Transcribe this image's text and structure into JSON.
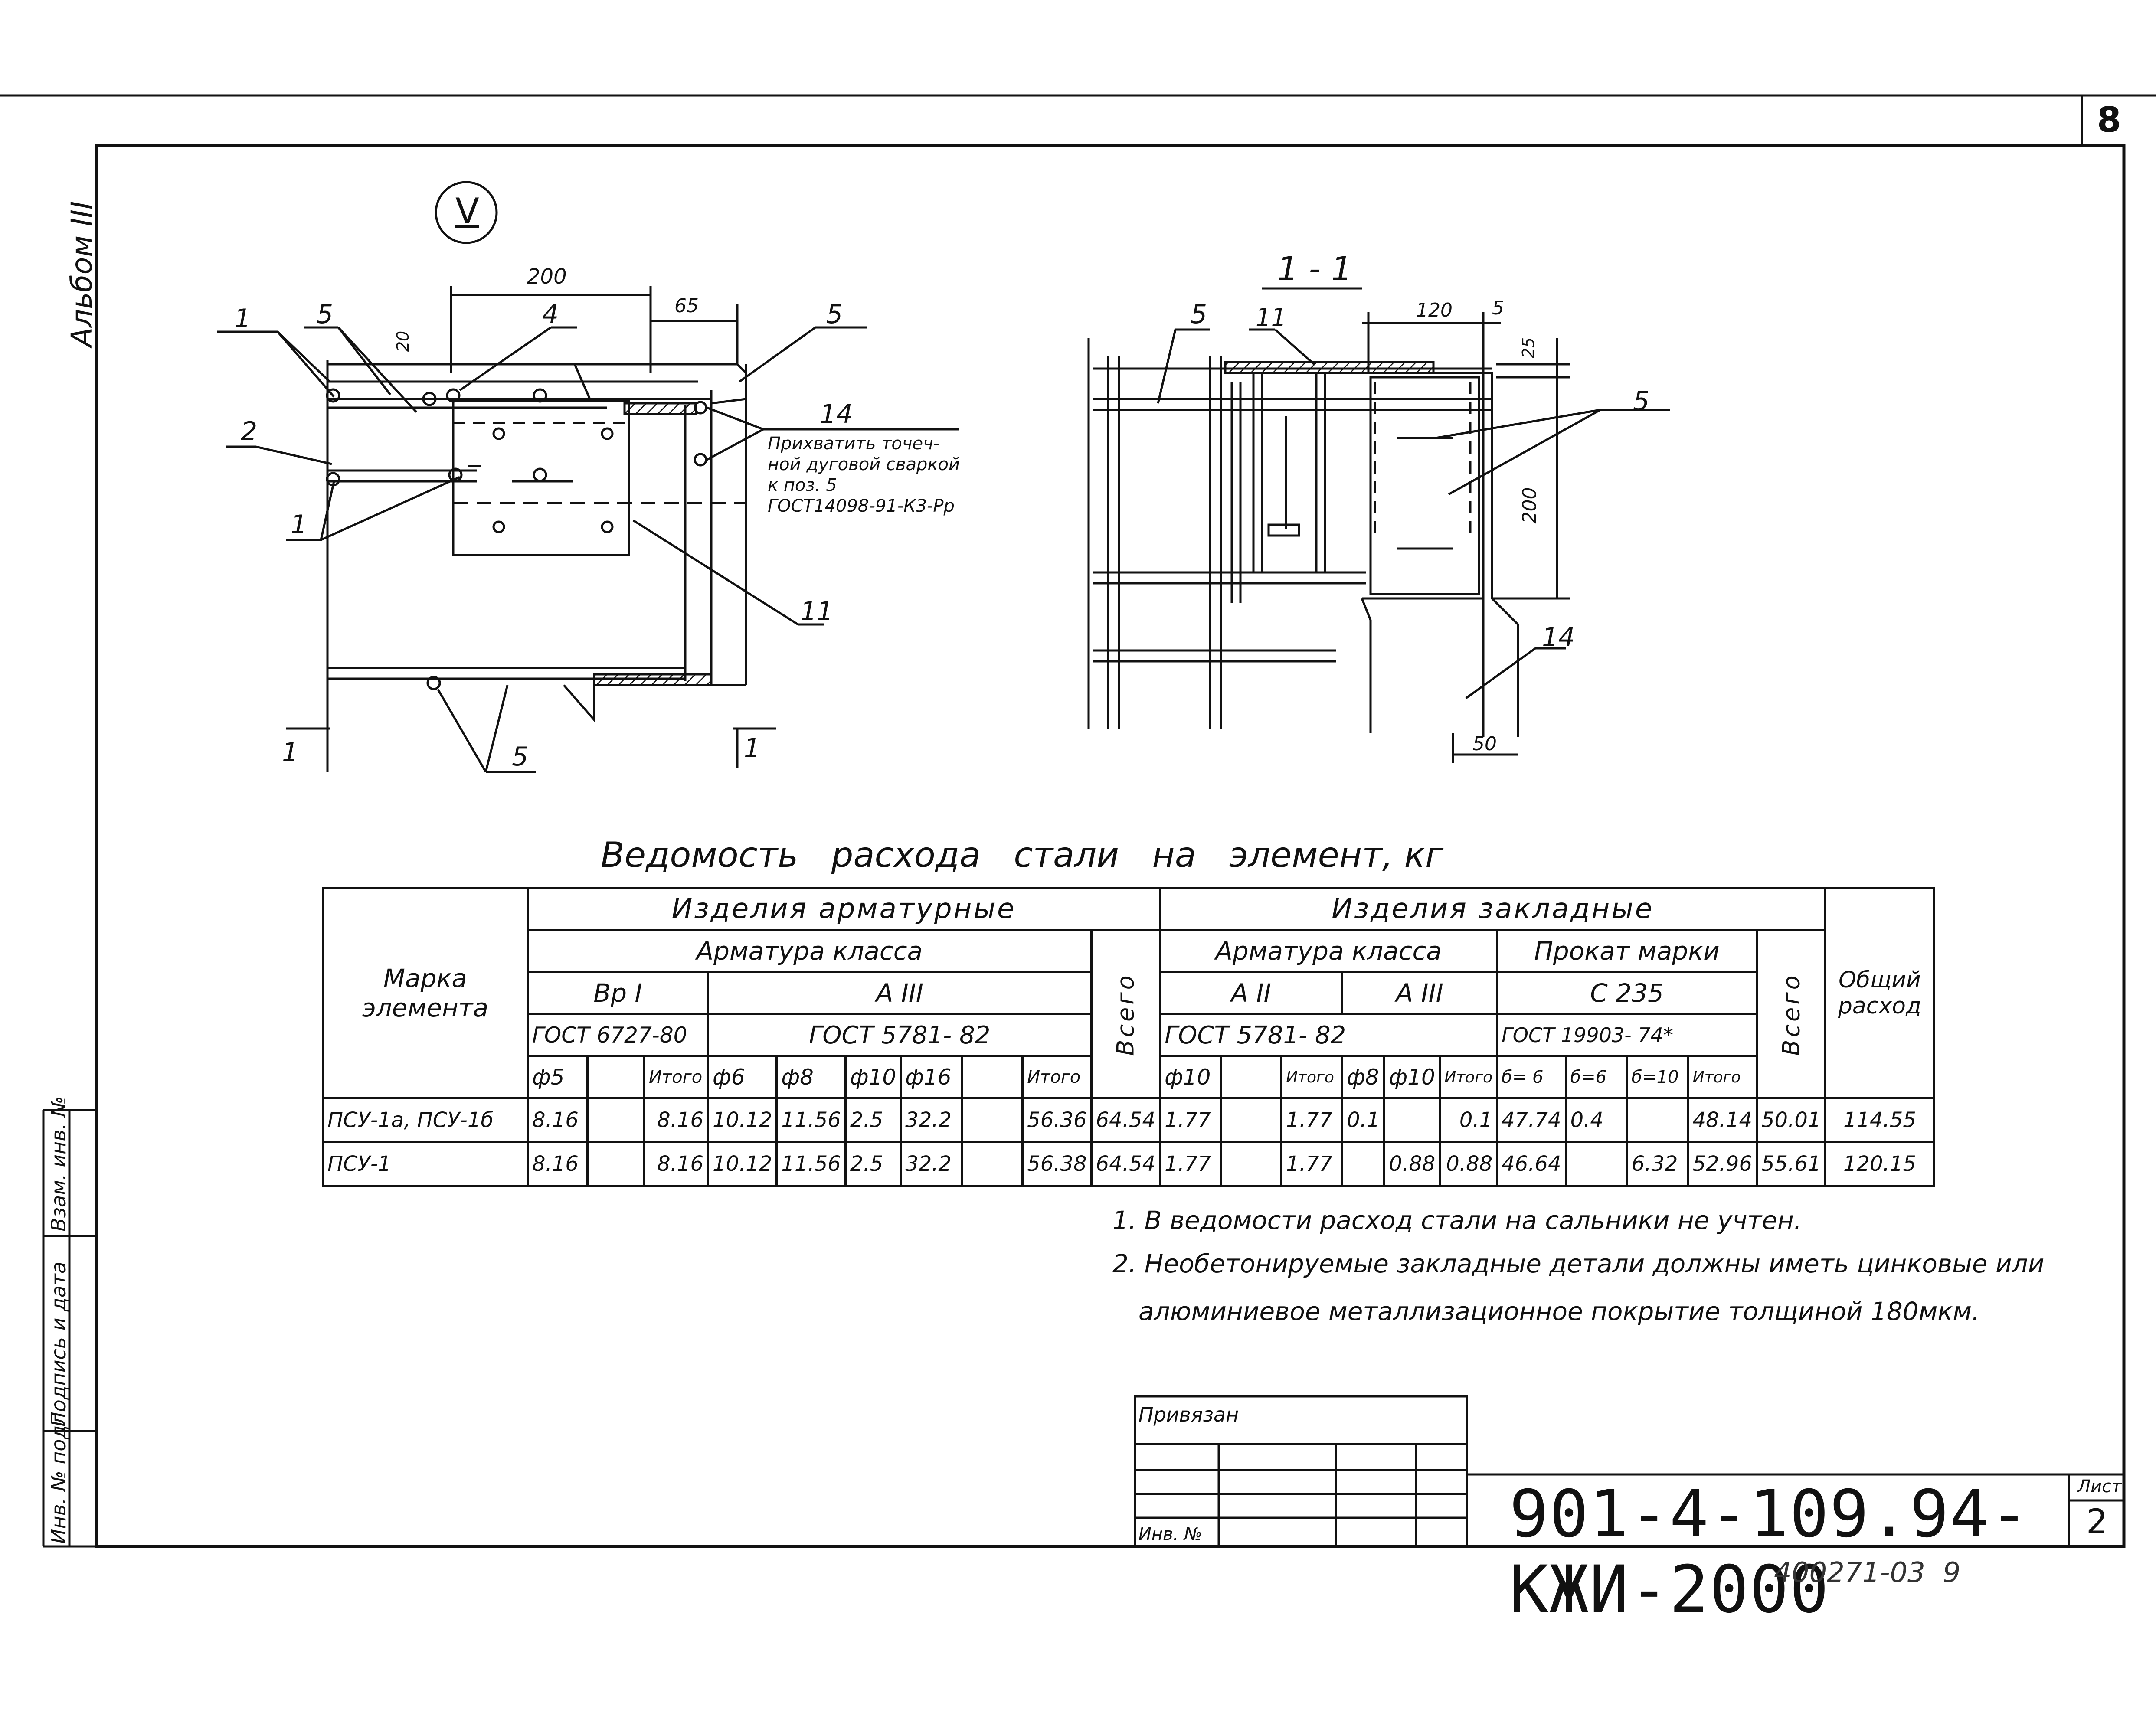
{
  "sheet": {
    "corner_number": "8",
    "album_label": "Альбом III",
    "view_marker": "V",
    "section_title": "1 - 1",
    "drawing_code": "901-4-109.94-КЖИ-2000",
    "sheet_label": "Лист",
    "sheet_number": "2",
    "bottom_note": "400271-03  9"
  },
  "left_view": {
    "dim_200": "200",
    "dim_65": "65",
    "dim_20": "20",
    "pos_1_top": "1",
    "pos_5_top": "5",
    "pos_4": "4",
    "pos_5_right": "5",
    "pos_2": "2",
    "pos_1_low": "1",
    "pos_14": "14",
    "weld_note_1": "Прихватить точеч-",
    "weld_note_2": "ной дуговой сваркой",
    "weld_note_3": "к поз. 5",
    "weld_note_4": "ГОСТ14098-91-К3-Рр",
    "pos_11": "11",
    "pos_5_bottom": "5",
    "cut_left": "1",
    "cut_right": "1"
  },
  "section_view": {
    "pos_5_left": "5",
    "pos_11": "11",
    "dim_120": "120",
    "dim_5": "5",
    "dim_25": "25",
    "pos_5_right": "5",
    "dim_200": "200",
    "pos_14": "14",
    "dim_50": "50"
  },
  "table": {
    "title": "Ведомость   расхода   стали   на   элемент, кг",
    "h_mark": "Марка элемента",
    "h_arm_products": "Изделия  арматурные",
    "h_embedded": "Изделия  закладные",
    "h_total_consumption": "Общий расход",
    "h_arm_class": "Арматура  класса",
    "h_arm_class2": "Арматура  класса",
    "h_rolled": "Прокат  марки",
    "h_vsego": "Всего",
    "h_vsego2": "Всего",
    "h_bp1": "Вр I",
    "h_a3": "А III",
    "h_a2": "А II",
    "h_a3b": "А III",
    "h_c235": "С 235",
    "h_gost6727": "ГОСТ 6727-80",
    "h_gost5781": "ГОСТ  5781- 82",
    "h_gost5781b": "ГОСТ  5781-  82",
    "h_gost19903": "ГОСТ 19903- 74*",
    "cols": [
      "ф5",
      "",
      "Итого",
      "ф6",
      "ф8",
      "ф10",
      "ф16",
      "",
      "Итого",
      "ф10",
      "",
      "Итого",
      "ф8",
      "ф10",
      "Итого",
      "б= 6",
      "б=6",
      "б=10",
      "Итого"
    ],
    "rows": [
      {
        "mark": "ПСУ-1а, ПСУ-1б",
        "cells": [
          "8.16",
          "",
          "8.16",
          "10.12",
          "11.56",
          "2.5",
          "32.2",
          "",
          "56.36",
          "64.54",
          "1.77",
          "",
          "1.77",
          "0.1",
          "",
          "0.1",
          "47.74",
          "0.4",
          "",
          "48.14",
          "50.01",
          "114.55"
        ]
      },
      {
        "mark": "ПСУ-1",
        "cells": [
          "8.16",
          "",
          "8.16",
          "10.12",
          "11.56",
          "2.5",
          "32.2",
          "",
          "56.38",
          "64.54",
          "1.77",
          "",
          "1.77",
          "",
          "0.88",
          "0.88",
          "46.64",
          "",
          "6.32",
          "52.96",
          "55.61",
          "120.15"
        ]
      }
    ]
  },
  "notes": [
    "1. В ведомости расход стали на сальники не учтен.",
    "2. Необетонируемые закладные детали должны иметь цинковые или",
    "алюминиевое металлизационное покрытие толщиной 180мкм."
  ],
  "stamp": {
    "privyazan": "Привязан",
    "inv_no": "Инв. №"
  },
  "side_stamp": {
    "inv_podl": "Инв. № подл.",
    "podpis_data": "Подпись и дата",
    "vzam_inv": "Взам. инв. №"
  }
}
